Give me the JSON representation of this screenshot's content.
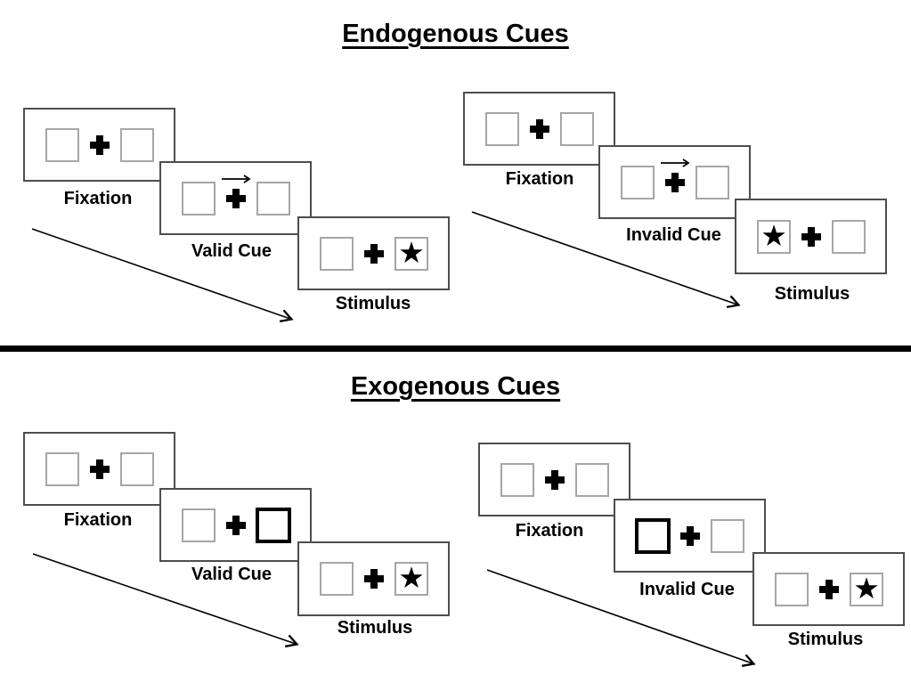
{
  "sections": [
    {
      "title": "Endogenous Cues",
      "sequences": [
        {
          "name": "valid-cue-trial",
          "steps": [
            {
              "label": "Fixation",
              "left_box": "empty",
              "right_box": "empty",
              "cue": "none"
            },
            {
              "label": "Valid Cue",
              "left_box": "empty",
              "right_box": "empty",
              "cue": "arrow-right"
            },
            {
              "label": "Stimulus",
              "left_box": "empty",
              "right_box": "star",
              "cue": "none"
            }
          ]
        },
        {
          "name": "invalid-cue-trial",
          "steps": [
            {
              "label": "Fixation",
              "left_box": "empty",
              "right_box": "empty",
              "cue": "none"
            },
            {
              "label": "Invalid Cue",
              "left_box": "empty",
              "right_box": "empty",
              "cue": "arrow-right"
            },
            {
              "label": "Stimulus",
              "left_box": "star",
              "right_box": "empty",
              "cue": "none"
            }
          ]
        }
      ]
    },
    {
      "title": "Exogenous Cues",
      "sequences": [
        {
          "name": "valid-cue-trial",
          "steps": [
            {
              "label": "Fixation",
              "left_box": "empty",
              "right_box": "empty",
              "cue": "none"
            },
            {
              "label": "Valid Cue",
              "left_box": "empty",
              "right_box": "thick-box",
              "cue": "none"
            },
            {
              "label": "Stimulus",
              "left_box": "empty",
              "right_box": "star",
              "cue": "none"
            }
          ]
        },
        {
          "name": "invalid-cue-trial",
          "steps": [
            {
              "label": "Fixation",
              "left_box": "empty",
              "right_box": "empty",
              "cue": "none"
            },
            {
              "label": "Invalid Cue",
              "left_box": "thick-box",
              "right_box": "empty",
              "cue": "none"
            },
            {
              "label": "Stimulus",
              "left_box": "empty",
              "right_box": "star",
              "cue": "none"
            }
          ]
        }
      ]
    }
  ],
  "icons": {
    "star": "★",
    "fixation_cross": "plus-cross",
    "cue_arrow": "arrow-right"
  },
  "colors": {
    "ink": "#000000",
    "panel_border": "#4d4d4d",
    "box_border": "#a6a6a6",
    "background": "#ffffff"
  }
}
